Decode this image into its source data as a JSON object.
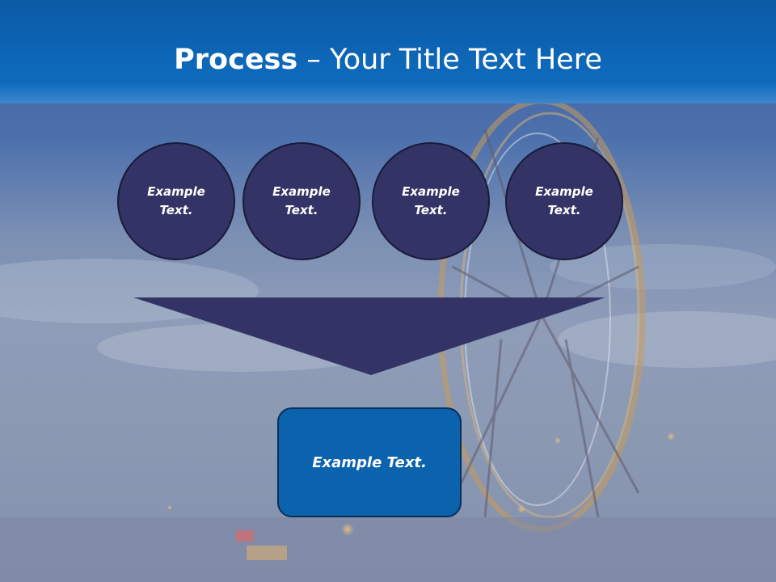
{
  "title": {
    "bold": "Process",
    "rest": " – Your Title Text Here"
  },
  "circles": [
    {
      "label": "Example\nText."
    },
    {
      "label": "Example\nText."
    },
    {
      "label": "Example\nText."
    },
    {
      "label": "Example\nText."
    }
  ],
  "result": {
    "label": "Example Text."
  },
  "colors": {
    "title_band": "#0f6bbd",
    "circle_fill": "#333366",
    "arrow_fill": "#333366",
    "result_fill": "#0b63ad"
  }
}
